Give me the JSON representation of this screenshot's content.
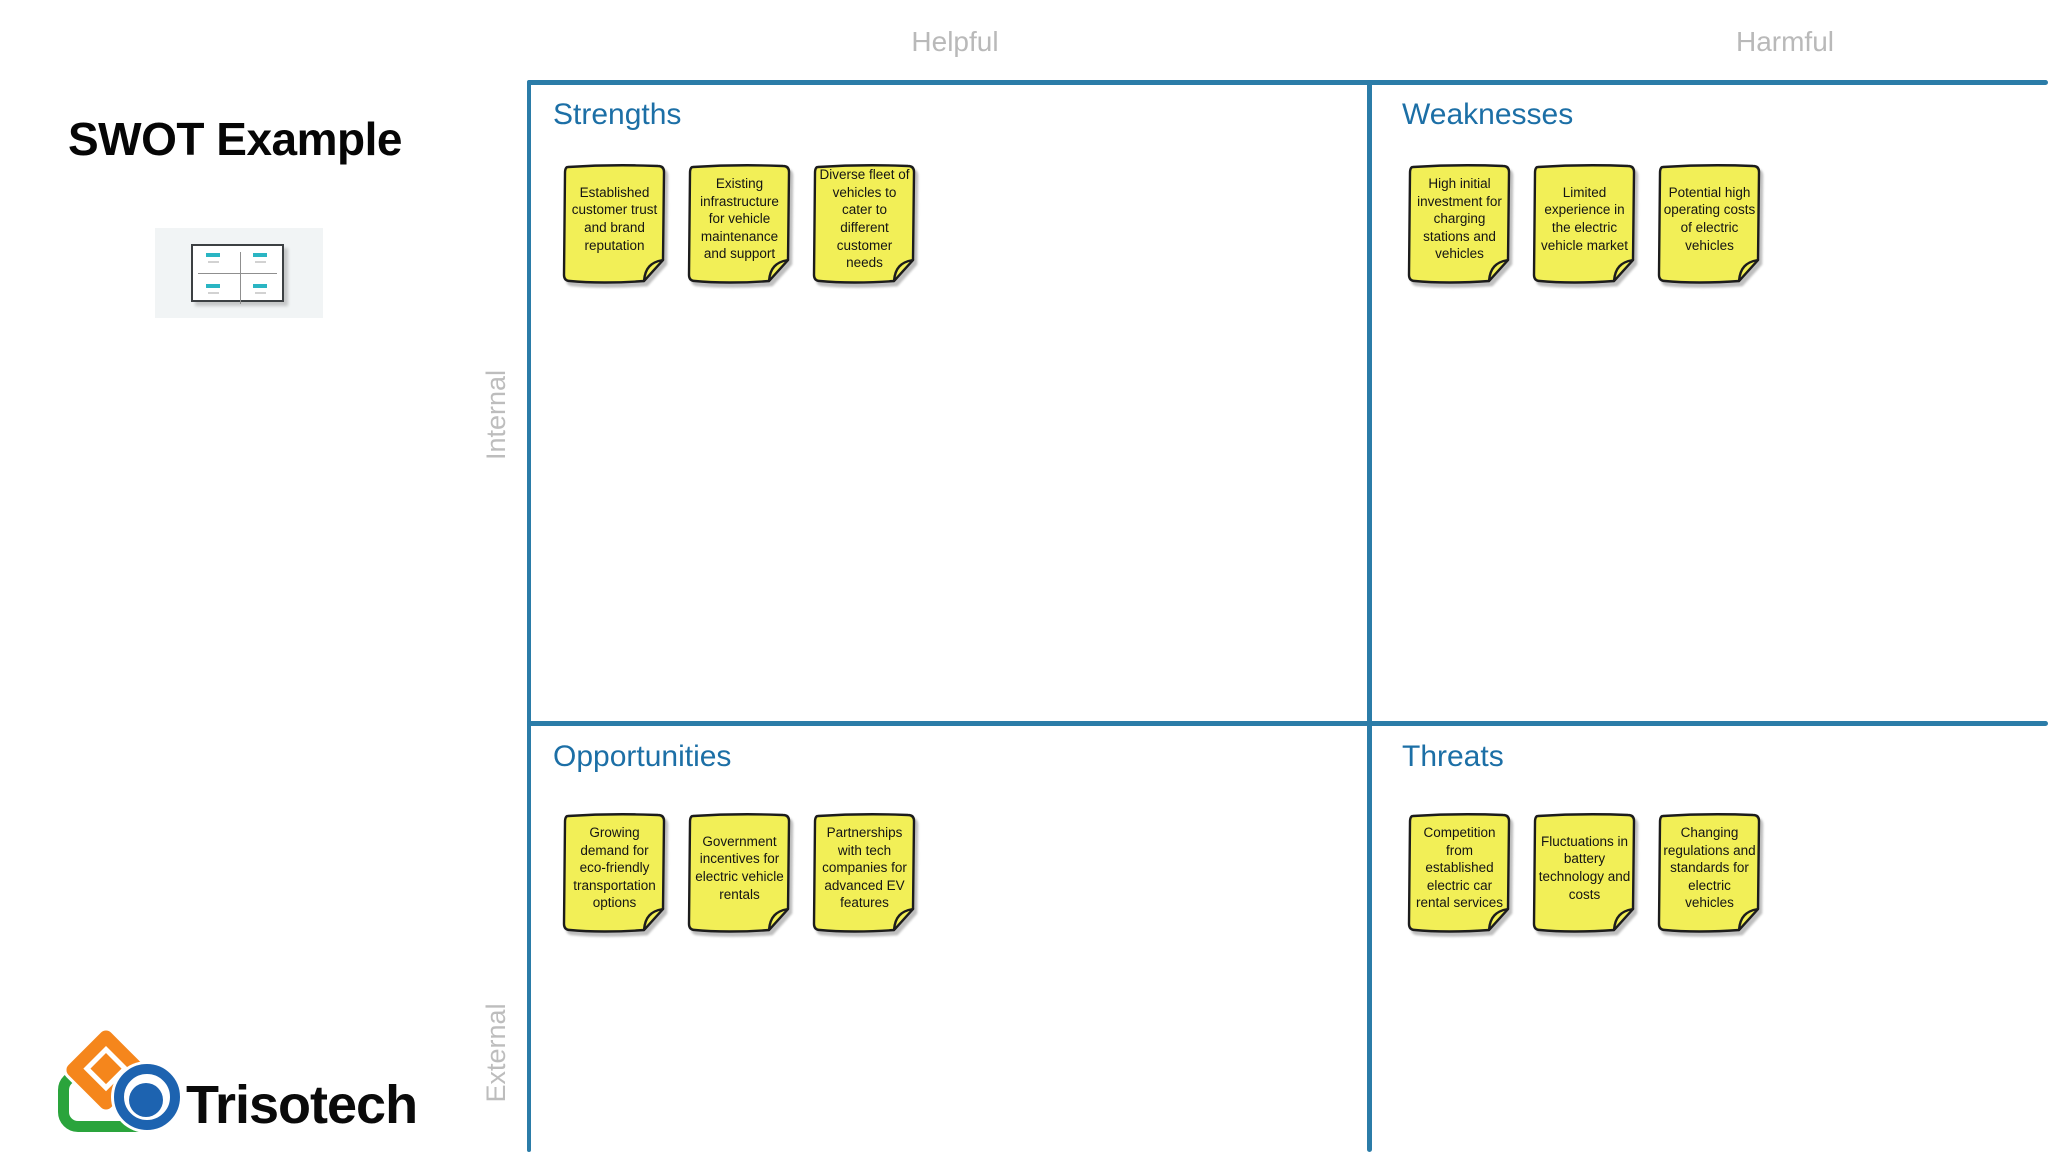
{
  "page": {
    "title": "SWOT Example",
    "brand": "Trisotech"
  },
  "axes": {
    "top_left": "Helpful",
    "top_right": "Harmful",
    "side_top": "Internal",
    "side_bottom": "External"
  },
  "quadrants": {
    "strengths": {
      "label": "Strengths",
      "notes": [
        "Established customer trust and brand reputation",
        "Existing infrastructure for vehicle maintenance and support",
        "Diverse fleet of vehicles to cater to different customer needs"
      ]
    },
    "weaknesses": {
      "label": "Weaknesses",
      "notes": [
        "High initial investment for charging stations and vehicles",
        "Limited experience in the electric vehicle market",
        "Potential high operating costs of electric vehicles"
      ]
    },
    "opportunities": {
      "label": "Opportunities",
      "notes": [
        "Growing demand for eco-friendly transportation options",
        "Government incentives for electric vehicle rentals",
        "Partnerships with tech companies for advanced EV features"
      ]
    },
    "threats": {
      "label": "Threats",
      "notes": [
        "Competition from established electric car rental services",
        "Fluctuations in battery technology and costs",
        "Changing regulations and standards for electric vehicles"
      ]
    }
  },
  "colors": {
    "grid_border": "#2b7ca8",
    "quadrant_heading": "#1c6fa6",
    "sticky_note_fill": "#f2ef57",
    "sticky_note_border": "#1c1c1c",
    "axis_label_gray": "#b9b9b9",
    "thumbnail_teal": "#2ab5c3",
    "logo_orange": "#f5861c",
    "logo_green": "#2aa43c",
    "logo_blue": "#1d63b0"
  }
}
